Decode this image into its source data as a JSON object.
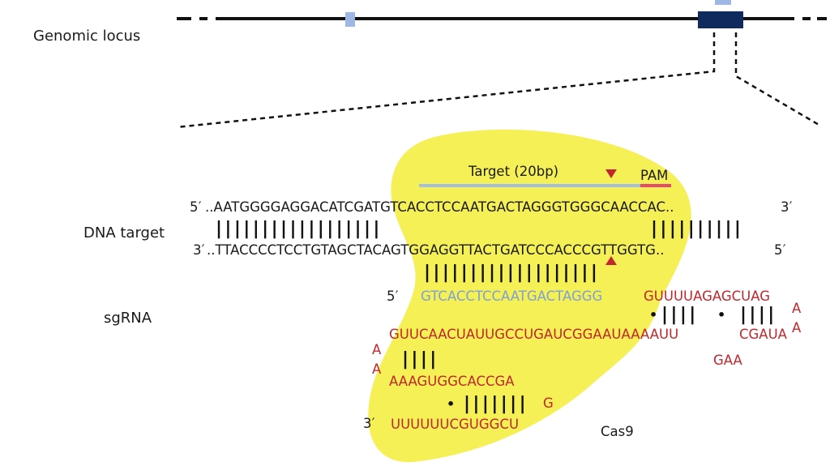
{
  "labels": {
    "genomic_locus": "Genomic locus",
    "dna_target": "DNA target",
    "sgrna": "sgRNA",
    "target": "Target (20bp)",
    "pam": "PAM",
    "cas9": "Cas9"
  },
  "dna": {
    "top_5prime": "5′",
    "top_seq": "..AATGGGGAGGACATCGATGTCACCTCCAATGACTAGGGTGGGCAACCAC..",
    "top_3prime": "3′",
    "bottom_3prime": "3′",
    "bottom_seq": "..TTACCCCTCCTGTAGCTACAGTGGAGGTTACTGATCCCACCCGTTGGTG..",
    "bottom_5prime": "5′"
  },
  "sgrna": {
    "five_prime": "5′",
    "spacer": "GTCACCTCCAATGACTAGGG",
    "stem1": "GUUUUAGAGCUAG",
    "loop1_a1": "A",
    "loop1_a2": "A",
    "row2_left": "GUUCAACUAUUGCCUGAUCGGAAUAAAAUU",
    "row2_right": "CGAUA",
    "loop_gaa": "GAA",
    "loop2_a1": "A",
    "loop2_a2": "A",
    "row3": "AAAGUGGCACCGA",
    "hairpin_g": "G",
    "three_prime": "3′",
    "row4": "UUUUUUCGUGGCU"
  },
  "pairs": {
    "dna_left": "||||||||||||||||||",
    "dna_right": "||||||||||",
    "spacer": "|||||||||||||||||||",
    "stem1_dot": "•",
    "stem1_a": "||||",
    "stem1_dot2": "•",
    "stem1_b": "||||",
    "row3": "||||",
    "hairpin_dot": "•",
    "hairpin": "|||||||"
  },
  "colors": {
    "cas9_fill": "#f6f057",
    "locus_line": "#111111",
    "exon_small": "#9db8e4",
    "exon_target": "#102a5e",
    "target_bar": "#a3bde3",
    "pam_bar": "#e64a6e",
    "cut_marker": "#c0282d",
    "rna_red": "#c0282d",
    "spacer_blue": "#7fa1d2"
  }
}
